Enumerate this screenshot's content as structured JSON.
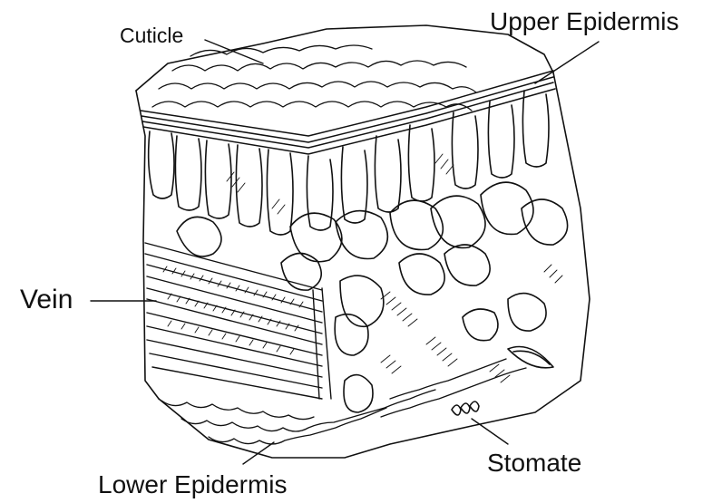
{
  "diagram": {
    "labels": {
      "cuticle": "Cuticle",
      "upper_epidermis": "Upper Epidermis",
      "vein": "Vein",
      "stomate": "Stomate",
      "lower_epidermis": "Lower Epidermis"
    },
    "colors": {
      "ink": "#111111",
      "background": "#ffffff"
    }
  }
}
